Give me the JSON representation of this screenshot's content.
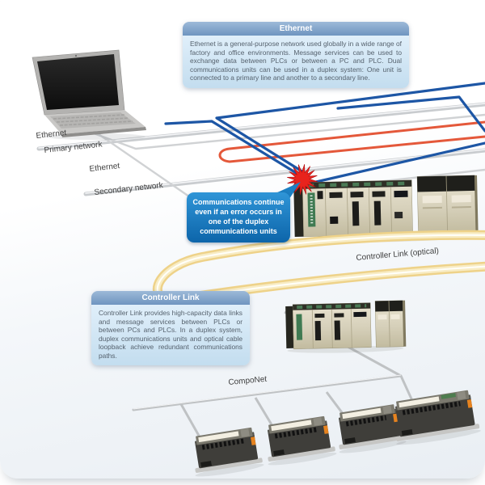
{
  "ethernet_box": {
    "title": "Ethernet",
    "body": "Ethernet is a general-purpose network used globally in a wide range of factory and office environments. Message services can be used to exchange data between PLCs or between a PC and PLC. Dual communications units can be used in a duplex system: One unit is connected to a primary line and another to a secondary line."
  },
  "controller_link_box": {
    "title": "Controller Link",
    "body": "Controller Link provides high-capacity data links and message services between PLCs or between PCs and PLCs. In a duplex system, duplex communications units and optical cable loopback achieve redundant communications paths."
  },
  "callout": {
    "text": "Communications continue even if an error occurs in one of the duplex communications units"
  },
  "labels": {
    "primary_ethernet": "Ethernet",
    "primary_network": "Primary network",
    "secondary_ethernet": "Ethernet",
    "secondary_network": "Secondary network",
    "controller_link_optical": "Controller Link (optical)",
    "componet": "CompoNet"
  },
  "colors": {
    "ethernet_line": "#1d56a5",
    "loopback_line": "#e4583a",
    "optical_cable": "#eed289",
    "network_line": "#c9cccf",
    "error_burst": "#e8231d",
    "callout_bg": "#1c7fc3",
    "infobox_header": "#7ca2c9",
    "infobox_body": "#cfe5f3",
    "plc_body": "#d9d3bd"
  }
}
